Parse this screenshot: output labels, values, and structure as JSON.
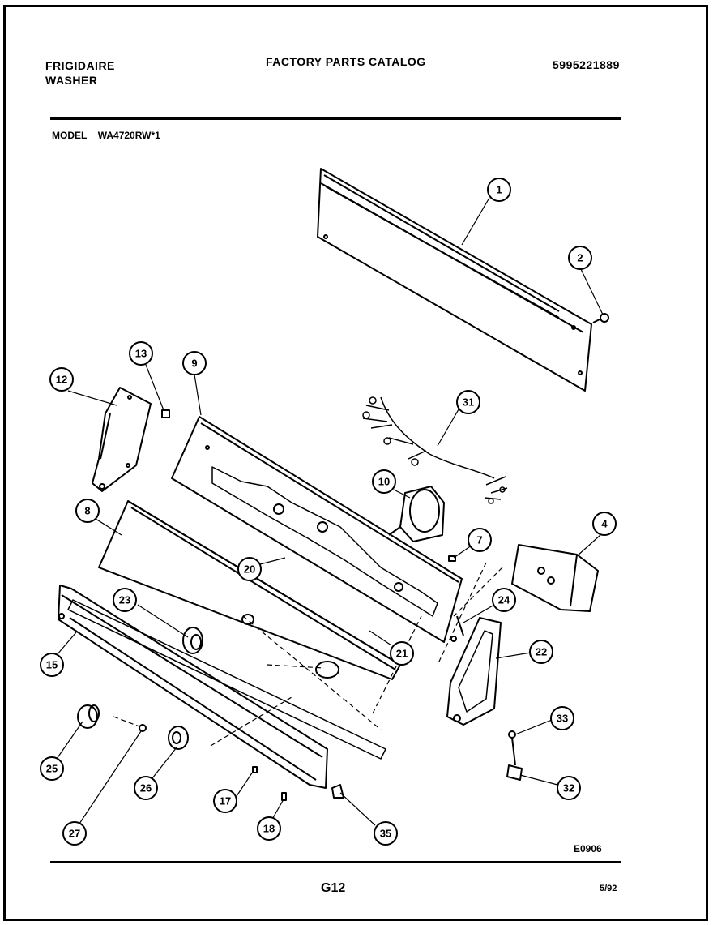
{
  "header": {
    "brand": "FRIGIDAIRE",
    "product": "WASHER",
    "title": "FACTORY PARTS CATALOG",
    "catalog_number": "5995221889"
  },
  "model": {
    "label": "MODEL",
    "number": "WA4720RW*1"
  },
  "callouts": [
    "1",
    "2",
    "4",
    "7",
    "8",
    "9",
    "10",
    "12",
    "13",
    "15",
    "17",
    "18",
    "20",
    "21",
    "22",
    "23",
    "24",
    "25",
    "26",
    "27",
    "31",
    "32",
    "33",
    "35"
  ],
  "footer": {
    "drawing_code": "E0906",
    "page": "G12",
    "date": "5/92"
  }
}
